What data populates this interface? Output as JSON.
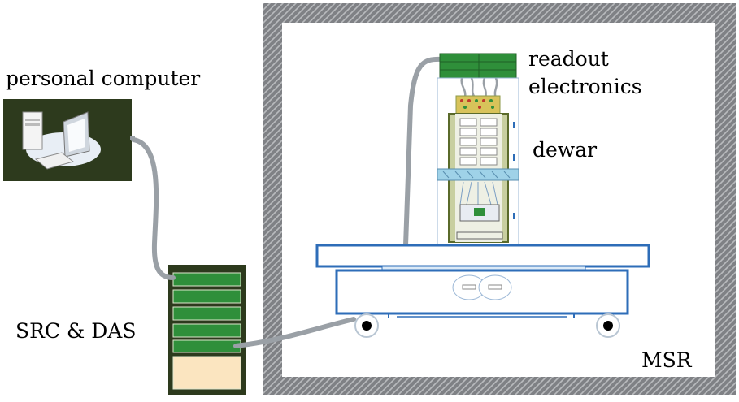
{
  "labels": {
    "personal_computer": "personal computer",
    "src_das": "SRC & DAS",
    "readout_line1": "readout",
    "readout_line2": "electronics",
    "dewar": "dewar",
    "msr": "MSR"
  },
  "colors": {
    "shield_gray": "#7f8185",
    "dark_panel": "#2d3a1d",
    "board_green": "#2f8f3a",
    "cable_gray": "#9aa0a6",
    "table_blue": "#2e6db8",
    "dewar_olive": "#8d9a48",
    "beige_slot": "#fbe5c0"
  }
}
